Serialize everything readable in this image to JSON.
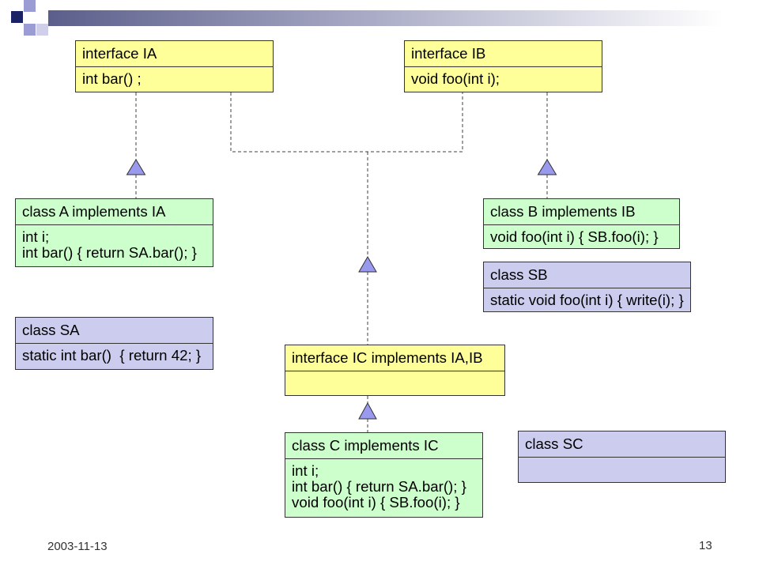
{
  "colors": {
    "interface_fill": "#ffff99",
    "class_fill": "#ccffcc",
    "static_class_fill": "#ccccee",
    "arrowhead_fill": "#9999ee",
    "title_bar_start": "#5b5e8a",
    "accent_navy": "#1c2266",
    "accent_lavender": "#9c9cd4",
    "accent_light_lavender": "#cfcfea"
  },
  "diagram": {
    "interface_ia": {
      "name": "interface IA",
      "members": [
        "int bar() ;"
      ]
    },
    "interface_ib": {
      "name": "interface IB",
      "members": [
        "void foo(int i);"
      ]
    },
    "class_a": {
      "name": "class A implements IA",
      "members": [
        "int i;",
        "int bar() { return SA.bar(); }"
      ]
    },
    "class_b": {
      "name": "class B implements IB",
      "members": [
        "void foo(int i) { SB.foo(i); }"
      ]
    },
    "class_sb": {
      "name": "class SB",
      "members": [
        "static void foo(int i) { write(i); }"
      ]
    },
    "class_sa": {
      "name": "class SA",
      "members": [
        "static int bar()  { return 42; }"
      ]
    },
    "interface_ic": {
      "name": "interface IC implements IA,IB",
      "members": []
    },
    "class_c": {
      "name": "class C implements IC",
      "members": [
        "int i;",
        "int bar() { return SA.bar(); }",
        "void foo(int i) { SB.foo(i); }"
      ]
    },
    "class_sc": {
      "name": "class SC",
      "members": []
    }
  },
  "footer": {
    "date": "2003-11-13",
    "page_number": "13"
  }
}
